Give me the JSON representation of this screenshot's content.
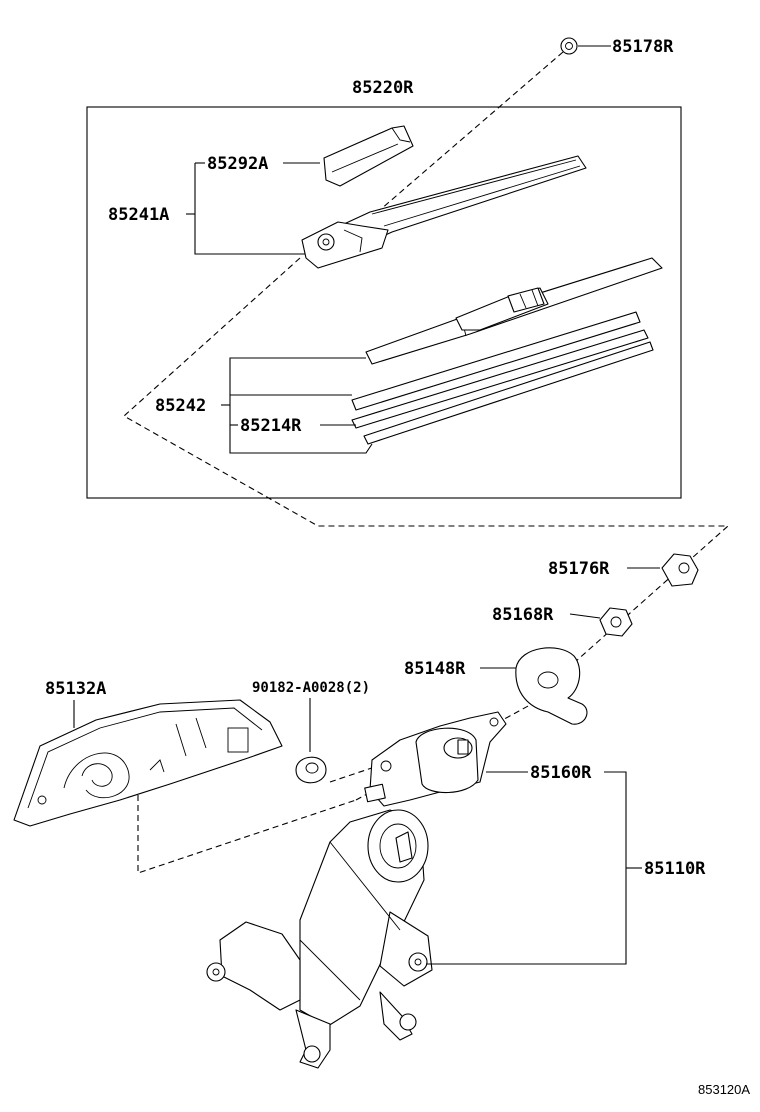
{
  "labels": {
    "p85178R": "85178R",
    "p85220R": "85220R",
    "p85292A": "85292A",
    "p85241A": "85241A",
    "p85242": "85242",
    "p85214R": "85214R",
    "p85176R": "85176R",
    "p85168R": "85168R",
    "p85148R": "85148R",
    "p85132A": "85132A",
    "p90182": "90182-A0028(2)",
    "p85160R": "85160R",
    "p85110R": "85110R"
  },
  "figure_id": "853120A"
}
